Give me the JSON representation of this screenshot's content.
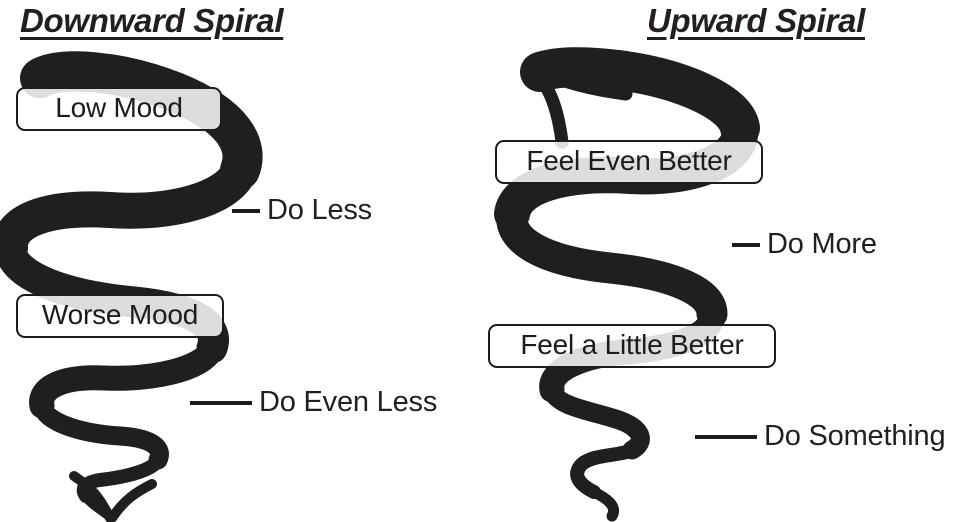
{
  "panels": [
    {
      "id": "downward",
      "title": "Downward Spiral",
      "spiral_direction": "down",
      "callouts": [
        {
          "name": "low-mood",
          "label": "Low Mood"
        },
        {
          "name": "worse-mood",
          "label": "Worse Mood"
        }
      ],
      "leaders": [
        {
          "name": "do-less",
          "dash": "short",
          "label": "Do Less"
        },
        {
          "name": "do-even-less",
          "dash": "long",
          "label": "Do Even Less"
        }
      ]
    },
    {
      "id": "upward",
      "title": "Upward Spiral",
      "spiral_direction": "up",
      "callouts": [
        {
          "name": "feel-even-better",
          "label": "Feel Even Better"
        },
        {
          "name": "feel-a-little-better",
          "label": "Feel a Little Better"
        }
      ],
      "leaders": [
        {
          "name": "do-more",
          "dash": "short",
          "label": "Do More"
        },
        {
          "name": "do-something",
          "dash": "long",
          "label": "Do Something"
        }
      ]
    }
  ],
  "colors": {
    "ink": "#1c1c1c",
    "title_ink": "#231f20",
    "spiral": "#1f1f1f",
    "spiral_veiled": "#a0a0a0",
    "background": "#ffffff"
  }
}
